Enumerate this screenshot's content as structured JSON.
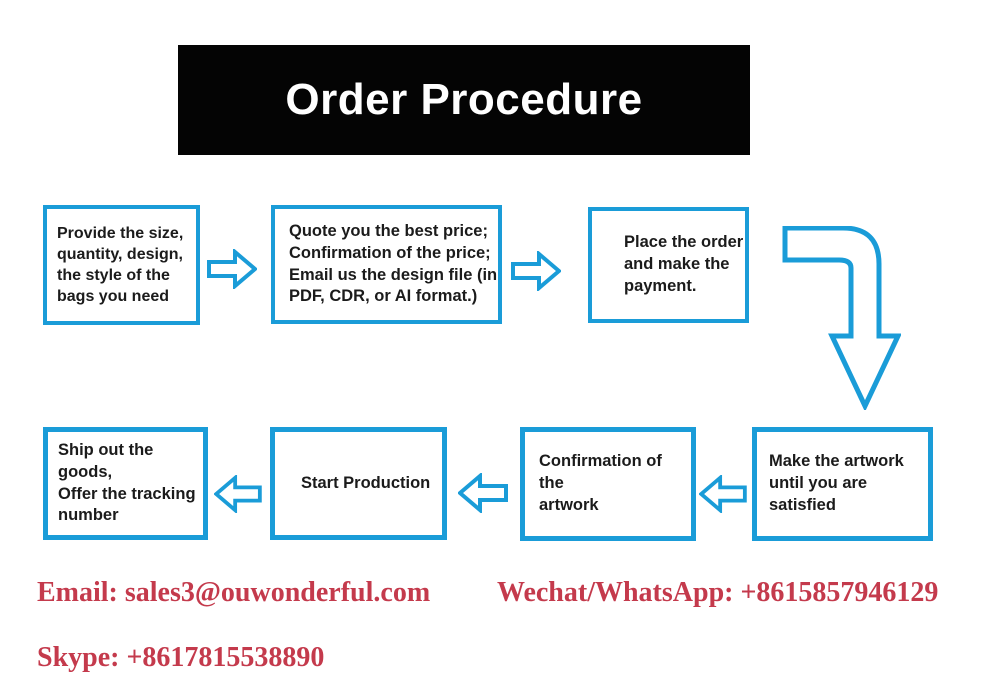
{
  "title": "Order Procedure",
  "steps": [
    {
      "id": "provide-details",
      "text": "Provide the size,\nquantity, design,\nthe style of the\nbags you need"
    },
    {
      "id": "quote-price",
      "text": "Quote you the best price;\nConfirmation of the price;\nEmail us the design file (in\nPDF, CDR, or AI format.)"
    },
    {
      "id": "place-order",
      "text": "Place the order\nand make the\npayment."
    },
    {
      "id": "make-artwork",
      "text": "Make the artwork\nuntil you are satisfied"
    },
    {
      "id": "confirm-artwork",
      "text": "Confirmation of the\nartwork"
    },
    {
      "id": "start-production",
      "text": "Start Production"
    },
    {
      "id": "ship-goods",
      "text": "Ship out the goods,\nOffer the tracking\nnumber"
    }
  ],
  "contact": {
    "email": "Email: sales3@ouwonderful.com",
    "wechat_whatsapp": "Wechat/WhatsApp: +8615857946129",
    "skype": "Skype: +8617815538890"
  },
  "colors": {
    "accent_blue": "#1a9cd8",
    "contact_red": "#c43a4c",
    "title_bg": "#000000",
    "title_fg": "#ffffff"
  }
}
